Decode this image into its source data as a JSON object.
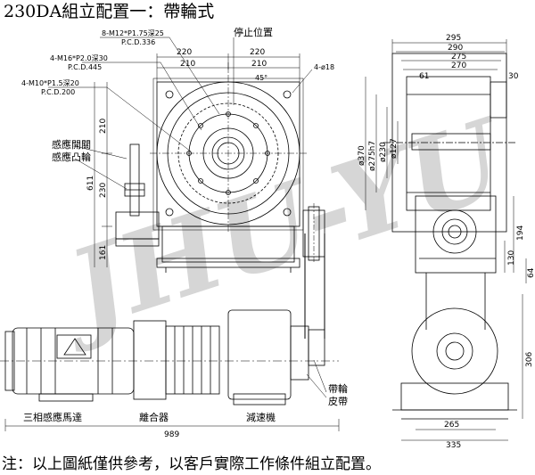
{
  "title": "230DA組立配置一：帶輪式",
  "footer_note": "注：以上圖紙僅供參考，以客戶實際工作條件組立配置。",
  "watermark": "JHU-YU",
  "callouts": {
    "hole_a": "8-M12*P1.75深25",
    "hole_a_pcd": "P.C.D.336",
    "hole_b": "4-M16*P2.0深30",
    "hole_b_pcd": "P.C.D.445",
    "hole_c": "4-M10*P1.5深20",
    "hole_c_pcd": "P.C.D.200",
    "stop_position": "停止位置",
    "bolt_holes": "4-ø18",
    "angle": "45°",
    "sensor_switch": "感應開關",
    "sensor_cam": "感應凸輪",
    "motor": "三相感應馬達",
    "clutch": "離合器",
    "reducer": "減速機",
    "pulley": "帶輪",
    "belt": "皮帶"
  },
  "dimensions": {
    "front_top_220_left": "220",
    "front_top_220_right": "220",
    "front_top_210_left": "210",
    "front_top_210_right": "210",
    "v_210": "210",
    "v_230": "230",
    "v_611": "611",
    "v_161": "161",
    "side_295": "295",
    "side_290": "290",
    "side_275": "275",
    "side_270": "270",
    "side_61": "61",
    "side_30": "30",
    "dia_370": "ø370",
    "dia_275": "ø275h7",
    "dia_230": "ø230",
    "dia_127": "ø127",
    "side_194": "194",
    "side_130": "130",
    "side_64": "64",
    "side_306": "306",
    "bottom_989": "989",
    "bottom_265": "265",
    "bottom_335": "335"
  }
}
